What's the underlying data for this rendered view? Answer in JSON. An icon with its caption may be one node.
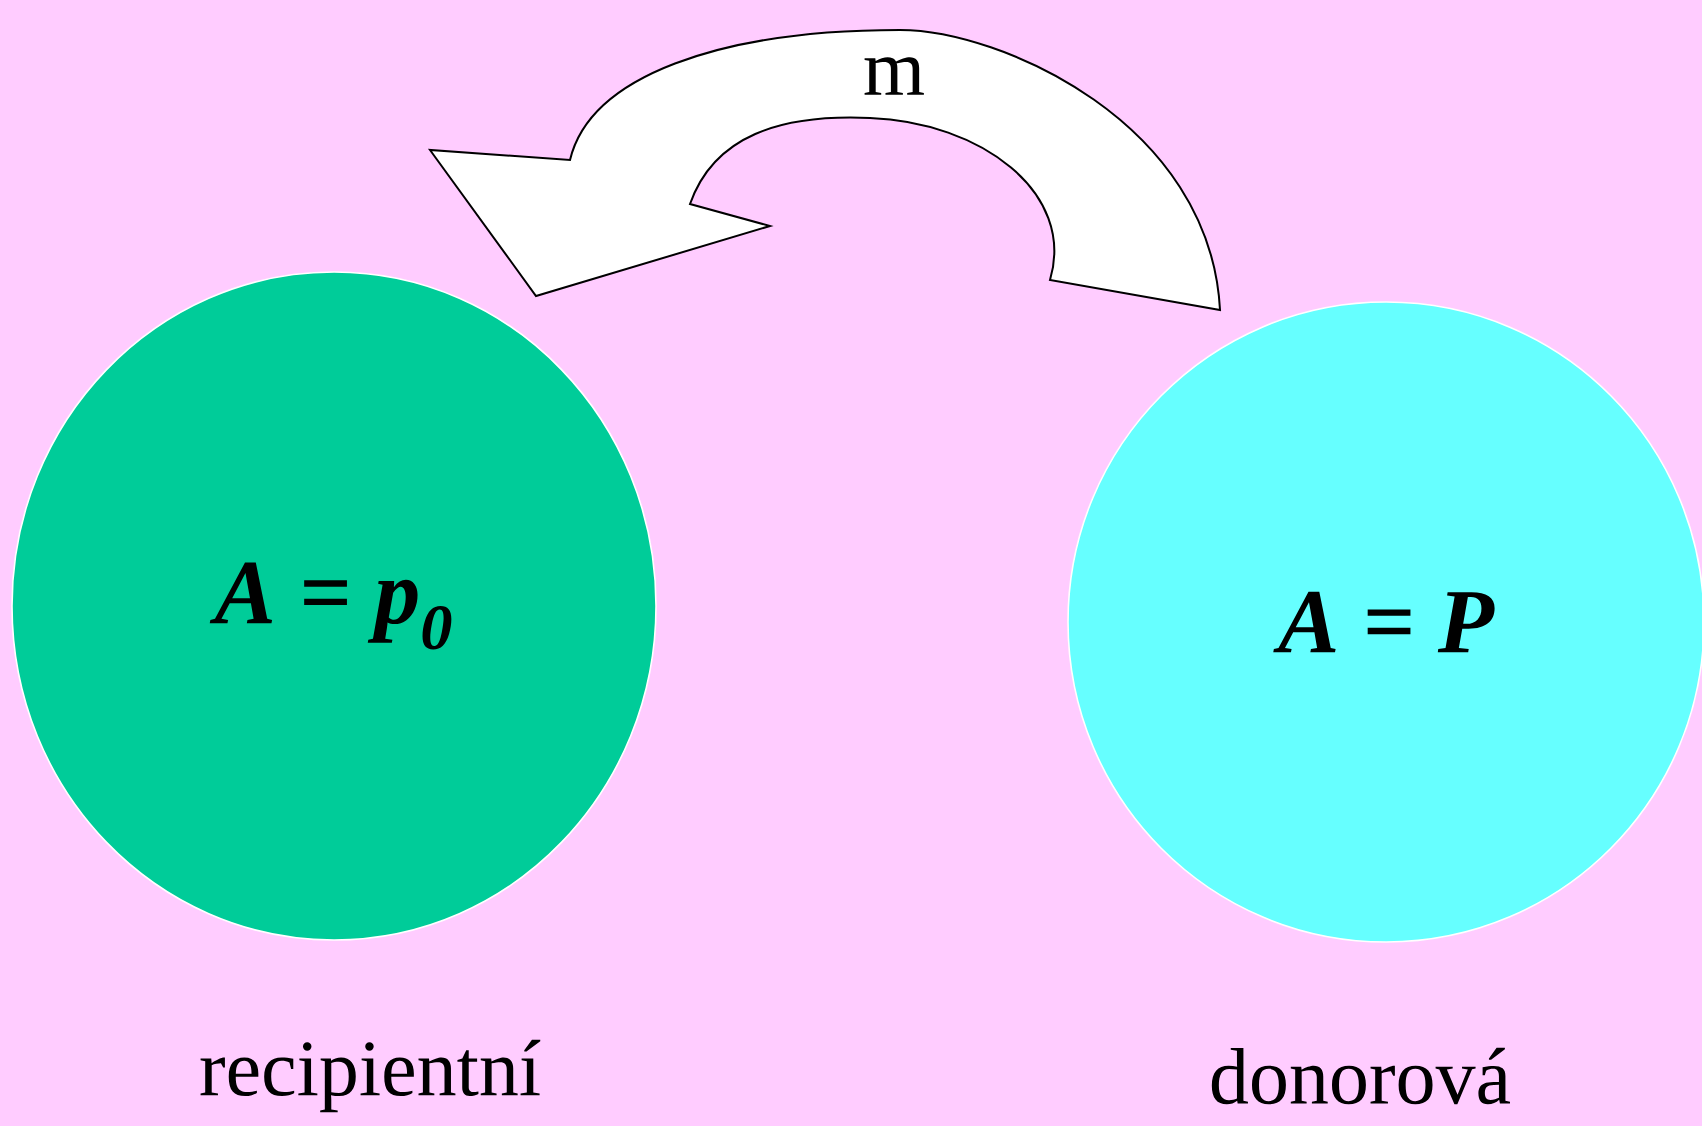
{
  "diagram": {
    "nodes": [
      {
        "text": [
          "A = p$_{0}$"
        ],
        "beside": [
          "recipientní"
        ]
      },
      {
        "text": [
          "A = P"
        ],
        "beside": [
          "donorová"
        ]
      }
    ],
    "edges": [
      {
        "from": 1,
        "to": 0,
        "arrow": "to",
        "label": "m"
      }
    ]
  }
}
